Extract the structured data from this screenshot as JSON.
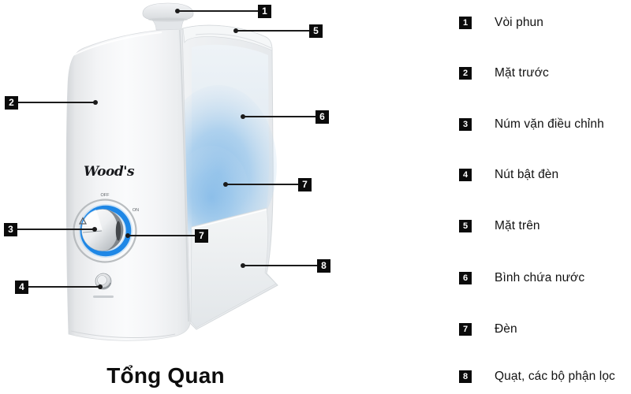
{
  "page": {
    "title": "Tổng Quan",
    "background": "#ffffff"
  },
  "device": {
    "brand": "Wood's",
    "knob_markings": {
      "off": "OFF",
      "on": "ON"
    }
  },
  "callouts": [
    {
      "num": "1"
    },
    {
      "num": "5"
    },
    {
      "num": "2"
    },
    {
      "num": "6"
    },
    {
      "num": "7"
    },
    {
      "num": "3"
    },
    {
      "num": "7"
    },
    {
      "num": "4"
    },
    {
      "num": "8"
    }
  ],
  "legend": {
    "items": [
      {
        "num": "1",
        "label": "Vòi phun"
      },
      {
        "num": "2",
        "label": "Mặt trước"
      },
      {
        "num": "3",
        "label": "Núm vặn điều chỉnh"
      },
      {
        "num": "4",
        "label": "Nút bật đèn"
      },
      {
        "num": "5",
        "label": "Mặt trên"
      },
      {
        "num": "6",
        "label": "Bình chứa nước"
      },
      {
        "num": "7",
        "label": "Đèn"
      },
      {
        "num": "8",
        "label": "Quạt, các bộ phận lọc"
      }
    ]
  },
  "colors": {
    "callout_black": "#0b0b0b",
    "accent_blue_ring": "#1e87e6",
    "tank_glow_blue": "#8cbfe9",
    "body_light": "#f3f4f6"
  }
}
